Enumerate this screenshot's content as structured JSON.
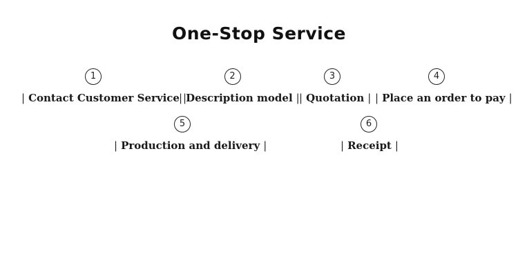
{
  "page": {
    "title": "One-Stop Service"
  },
  "steps": [
    {
      "number": "1",
      "label": "Contact Customer Service"
    },
    {
      "number": "2",
      "label": "Description model"
    },
    {
      "number": "3",
      "label": "Quotation"
    },
    {
      "number": "4",
      "label": "Place an order to pay"
    },
    {
      "number": "5",
      "label": "Production and delivery"
    },
    {
      "number": "6",
      "label": "Receipt"
    }
  ],
  "separator": "|"
}
